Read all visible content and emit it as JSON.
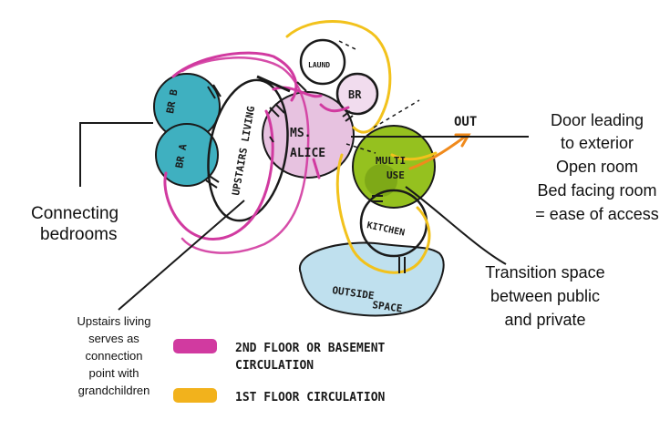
{
  "diagram": {
    "rooms": {
      "br_b": "BR B",
      "br_a": "BR A",
      "upstairs_living": "UPSTAIRS LIVING",
      "ms_alice_1": "MS.",
      "ms_alice_2": "ALICE",
      "laund": "LAUND",
      "br": "BR",
      "multi_use_1": "MULTI",
      "multi_use_2": "USE",
      "kitchen": "KITCHEN",
      "outside_space_1": "OUTSIDE",
      "outside_space_2": "SPACE",
      "out": "OUT"
    },
    "annotations": {
      "connecting_bedrooms": [
        "Connecting",
        "bedrooms"
      ],
      "door_exterior": [
        "Door leading",
        "to exterior",
        "Open room",
        "Bed facing room",
        "= ease of access"
      ],
      "transition": [
        "Transition space",
        "between public",
        "and private"
      ],
      "upstairs_living_note": [
        "Upstairs living",
        "serves as",
        "connection",
        "point with",
        "grandchildren"
      ]
    },
    "legend": [
      {
        "label": "2ND FLOOR OR BASEMENT",
        "label2": "CIRCULATION",
        "color": "#d13aa0"
      },
      {
        "label": "1ST FLOOR CIRCULATION",
        "label2": "",
        "color": "#f2b21c"
      }
    ],
    "colors": {
      "teal": "#3fb0c0",
      "pink_fill": "#e7c2e0",
      "green": "#95c11f",
      "sky": "#bfe0ee",
      "magenta": "#d13aa0",
      "yellow": "#f2c21c",
      "orange": "#f08a1c"
    }
  }
}
